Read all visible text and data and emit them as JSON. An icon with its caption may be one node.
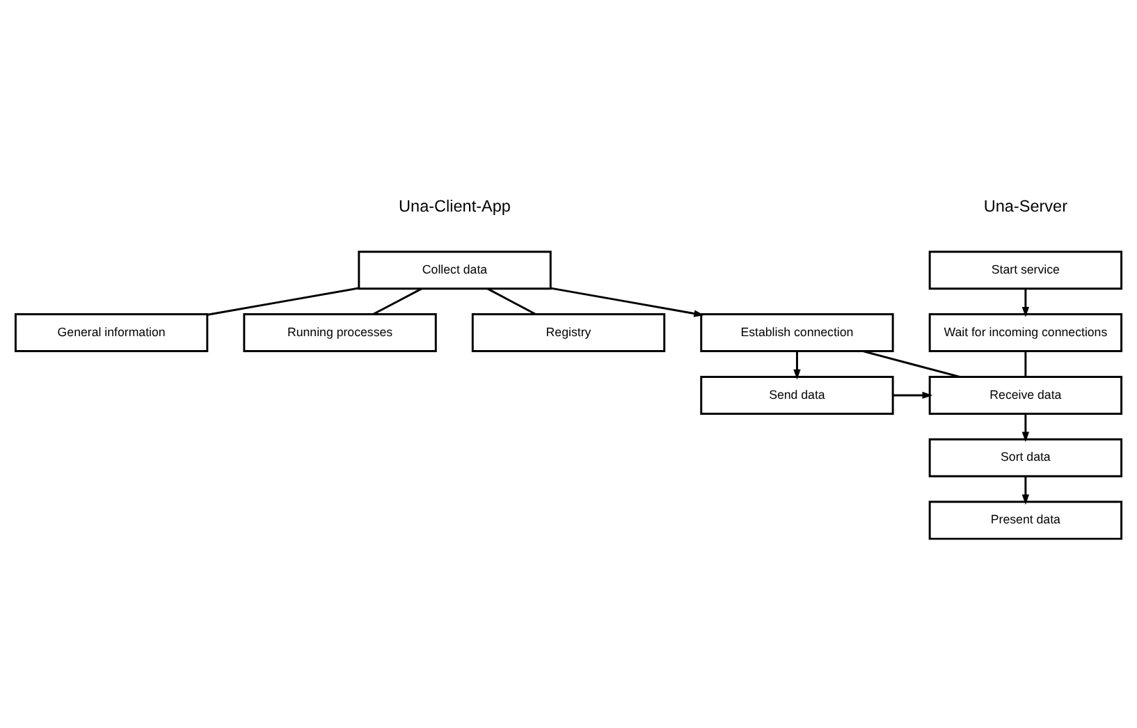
{
  "diagram": {
    "nodes": [
      {
        "text": [
          "Start service"
        ]
      },
      {
        "text": [
          "Wait for incoming connections"
        ]
      },
      {
        "text": [
          "Receive data"
        ]
      },
      {
        "text": [
          "Sort data"
        ]
      },
      {
        "text": [
          "Present data"
        ]
      },
      {
        "text": [
          "Collect data"
        ]
      },
      {
        "text": [
          "General information"
        ]
      },
      {
        "text": [
          "Running processes"
        ]
      },
      {
        "text": [
          "Registry"
        ]
      },
      {
        "text": [
          "Establish connection"
        ]
      },
      {
        "text": [
          "Send data"
        ]
      }
    ],
    "edges": [
      {
        "from": 0,
        "to": 1,
        "arrow": "to"
      },
      {
        "from": 1,
        "to": 2,
        "arrow": "none"
      },
      {
        "from": 9,
        "to": 2,
        "arrow": "none"
      },
      {
        "from": 2,
        "to": 3,
        "arrow": "to"
      },
      {
        "from": 3,
        "to": 4,
        "arrow": "to"
      },
      {
        "from": 5,
        "to": 6,
        "arrow": "none"
      },
      {
        "from": 5,
        "to": 7,
        "arrow": "none"
      },
      {
        "from": 5,
        "to": 8,
        "arrow": "none"
      },
      {
        "from": 5,
        "to": 9,
        "arrow": "to"
      },
      {
        "from": 9,
        "to": 10,
        "arrow": "to"
      },
      {
        "from": 10,
        "to": 2,
        "arrow": "to"
      }
    ],
    "labels": [
      "Una-Server",
      "Una-Client-App"
    ]
  }
}
